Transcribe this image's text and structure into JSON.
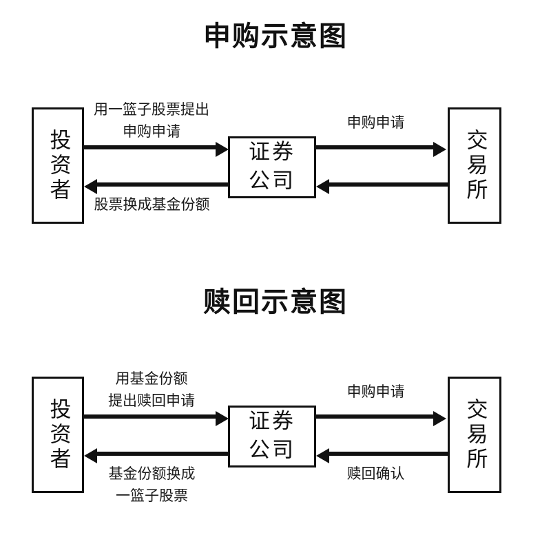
{
  "page": {
    "background": "#ffffff",
    "ink": "#111111"
  },
  "sections": [
    {
      "id": "subscription",
      "title": "申购示意图",
      "nodes": {
        "left": "投资者",
        "middle_line1": "证券",
        "middle_line2": "公司",
        "right": "交易所"
      },
      "edges": {
        "left_top_line1": "用一篮子股票提出",
        "left_top_line2": "申购申请",
        "left_bottom_line1": "股票换成基金份额",
        "left_bottom_line2": "",
        "right_top_line1": "申购申请",
        "right_bottom_line1": ""
      }
    },
    {
      "id": "redemption",
      "title": "赎回示意图",
      "nodes": {
        "left": "投资者",
        "middle_line1": "证券",
        "middle_line2": "公司",
        "right": "交易所"
      },
      "edges": {
        "left_top_line1": "用基金份额",
        "left_top_line2": "提出赎回申请",
        "left_bottom_line1": "基金份额换成",
        "left_bottom_line2": "一篮子股票",
        "right_top_line1": "申购申请",
        "right_bottom_line1": "赎回确认"
      }
    }
  ]
}
